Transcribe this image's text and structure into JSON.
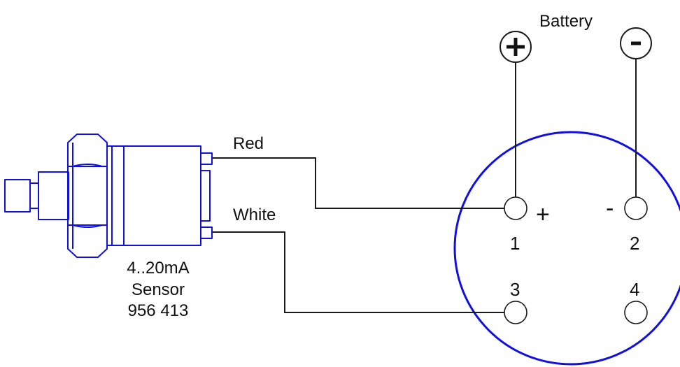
{
  "battery": {
    "label": "Battery",
    "plus_symbol": "+",
    "minus_symbol": "-"
  },
  "sensor": {
    "line1": "4..20mA",
    "line2": "Sensor",
    "line3": "956 413"
  },
  "wires": {
    "red_label": "Red",
    "white_label": "White"
  },
  "connector": {
    "pin1_sign": "+",
    "pin2_sign": "-",
    "pin1_number": "1",
    "pin2_number": "2",
    "pin3_number": "3",
    "pin4_number": "4"
  },
  "colors": {
    "sensor_outline": "#1010e0",
    "connector_outline": "#1010e0",
    "wires": "#1a1a1a"
  }
}
